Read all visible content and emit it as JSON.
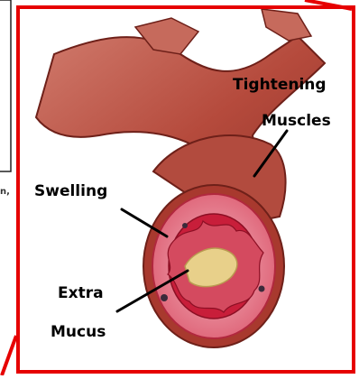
{
  "labels": {
    "tightening_line1": "Tightening",
    "tightening_line2": "Muscles",
    "swelling": "Swelling",
    "extra_line1": "Extra",
    "extra_line2": "Mucus"
  },
  "cropped_text": {
    "left_edge_fragment": "n,"
  },
  "colors": {
    "frame": "#e60000",
    "muscle": "#b84a3e",
    "muscle_dark": "#7a2a22",
    "lining": "#e77f8c",
    "inflamed": "#c81e3a",
    "mucus": "#e8d08a",
    "leader": "#000000"
  }
}
